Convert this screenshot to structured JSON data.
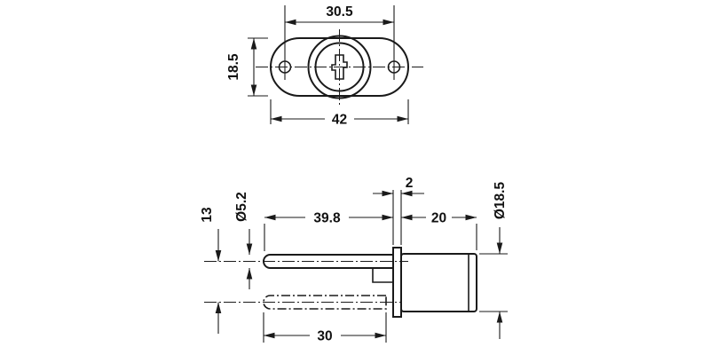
{
  "colors": {
    "background": "#ffffff",
    "line": "#1a1a1a"
  },
  "top_view": {
    "hole_spacing": "30.5",
    "plate_height": "18.5",
    "plate_width": "42"
  },
  "side_view": {
    "rod_diameter": "Ø5.2",
    "arm_offset": "13",
    "arm_length": "39.8",
    "flange_thickness": "2",
    "cylinder_length": "20",
    "cylinder_diameter": "Ø18.5",
    "lower_arm_length": "30"
  }
}
